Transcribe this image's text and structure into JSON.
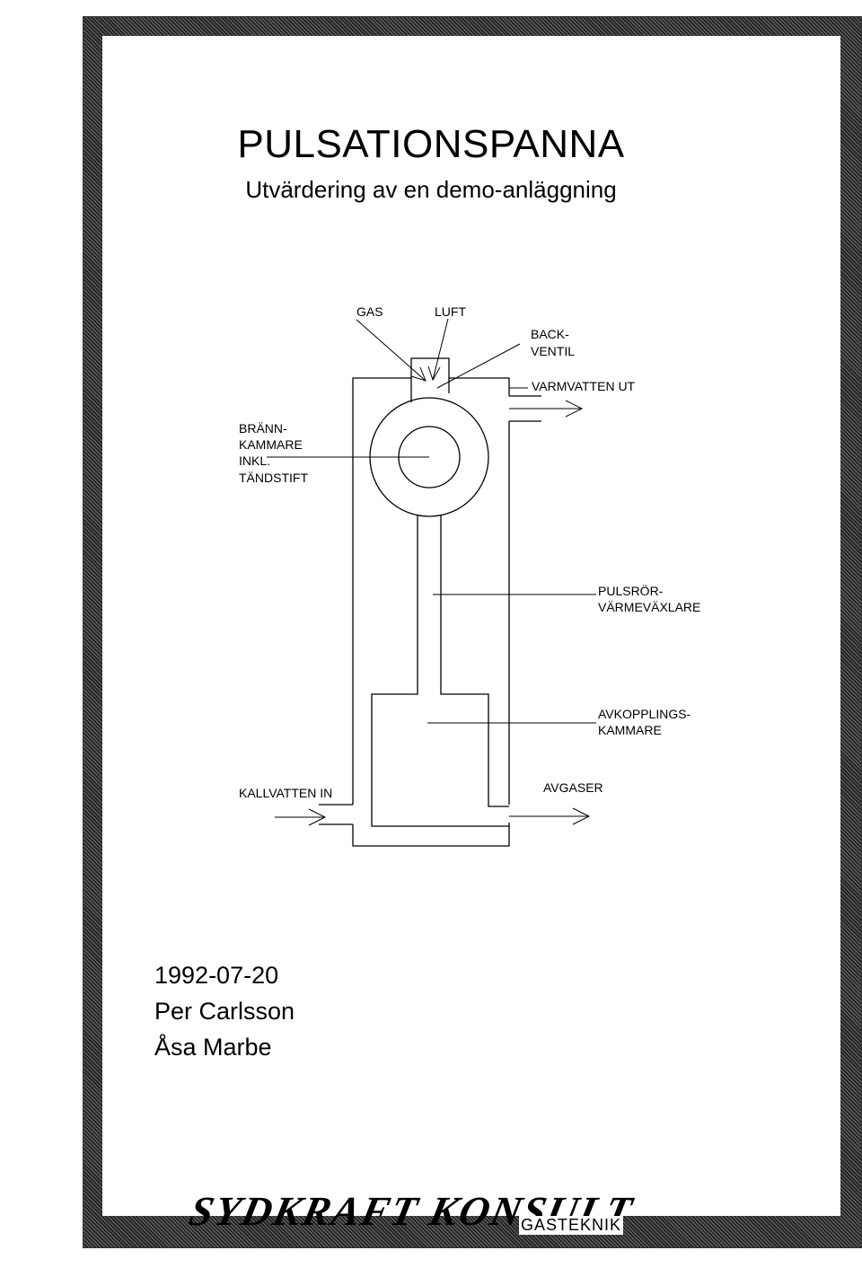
{
  "document": {
    "title": "PULSATIONSPANNA",
    "subtitle": "Utvärdering av en demo-anläggning"
  },
  "diagram": {
    "labels": {
      "gas": "GAS",
      "luft": "LUFT",
      "back": "BACK-",
      "ventil": "VENTIL",
      "varmvatten_ut": "VARMVATTEN UT",
      "brann": "BRÄNN-",
      "kammare": "KAMMARE",
      "inkl": "INKL.",
      "tandstift": "TÄNDSTIFT",
      "pulsror": "PULSRÖR-",
      "varmevaxlare": "VÄRMEVÄXLARE",
      "avkopplings": "AVKOPPLINGS-",
      "avkammare": "KAMMARE",
      "kallvatten_in": "KALLVATTEN IN",
      "avgaser": "AVGASER"
    }
  },
  "meta": {
    "date": "1992-07-20",
    "author1": "Per Carlsson",
    "author2": "Åsa Marbe"
  },
  "logo": {
    "name": "SYDKRAFT KONSULT",
    "division": "GASTEKNIK"
  }
}
